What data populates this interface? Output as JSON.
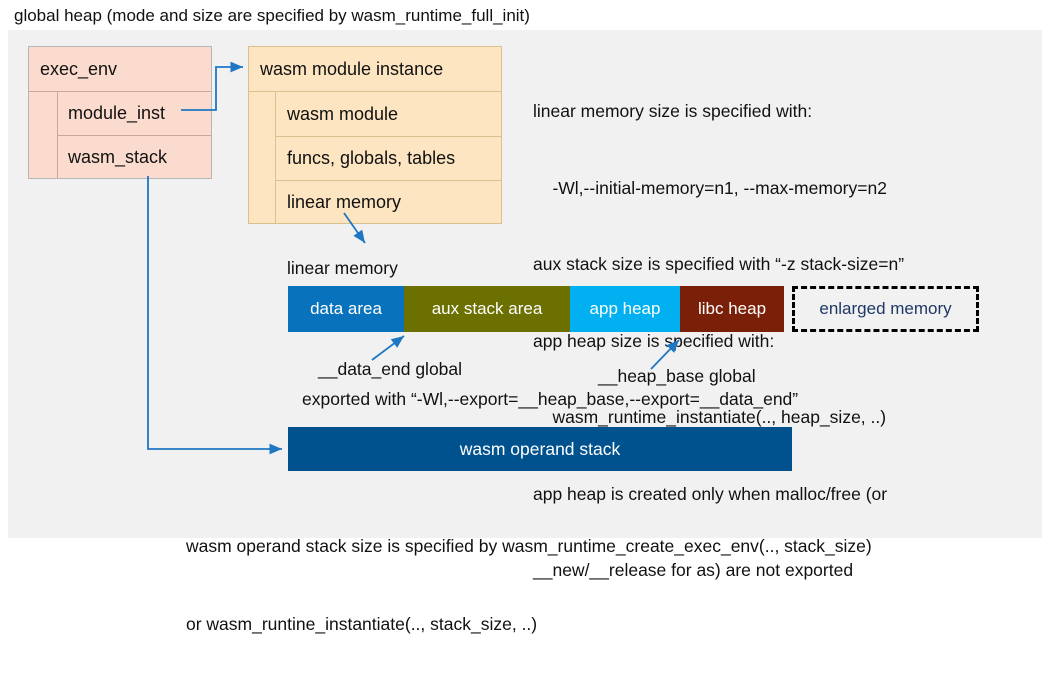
{
  "title": "global heap (mode and size are specified by wasm_runtime_full_init)",
  "exec_env": {
    "header": "exec_env",
    "rows": [
      {
        "label": "module_inst"
      },
      {
        "label": "wasm_stack"
      }
    ]
  },
  "wasm_module_instance": {
    "header": "wasm module instance",
    "rows": [
      {
        "label": "wasm module"
      },
      {
        "label": "funcs, globals, tables"
      },
      {
        "label": "linear memory"
      }
    ]
  },
  "notes": [
    "linear memory size is specified with:",
    "    -Wl,--initial-memory=n1, --max-memory=n2",
    "aux stack size is specified with “-z stack-size=n”",
    "app heap size is specified with:",
    "    wasm_runtime_instantiate(.., heap_size, ..)",
    "app heap is created only when malloc/free (or",
    "__new/__release for as) are not exported"
  ],
  "linear_memory": {
    "label": "linear memory",
    "segments": [
      {
        "label": "data area",
        "color": "#0872bc",
        "width": 116
      },
      {
        "label": "aux stack area",
        "color": "#6b7000",
        "width": 166
      },
      {
        "label": "app heap",
        "color": "#00b0f0",
        "width": 110
      },
      {
        "label": "libc heap",
        "color": "#7b2008",
        "width": 104
      },
      {
        "label": "enlarged memory",
        "color": "#f1f1f1",
        "width": 187
      }
    ]
  },
  "annotations": {
    "data_end": "__data_end global",
    "heap_base": "__heap_base global",
    "exported": "exported with “-Wl,--export=__heap_base,--export=__data_end”"
  },
  "operand_stack": {
    "label": "wasm operand stack"
  },
  "bottom_note": [
    "wasm operand stack size is specified by wasm_runtime_create_exec_env(.., stack_size)",
    "or wasm_runtine_instantiate(.., stack_size, ..)"
  ],
  "colors": {
    "panel_bg": "#f1f1f1",
    "exec_env_fill": "#fbdbce",
    "module_fill": "#fce5c0",
    "arrow": "#1f77c4",
    "operand_stack": "#00528f",
    "enlarged_text": "#1f3864"
  }
}
